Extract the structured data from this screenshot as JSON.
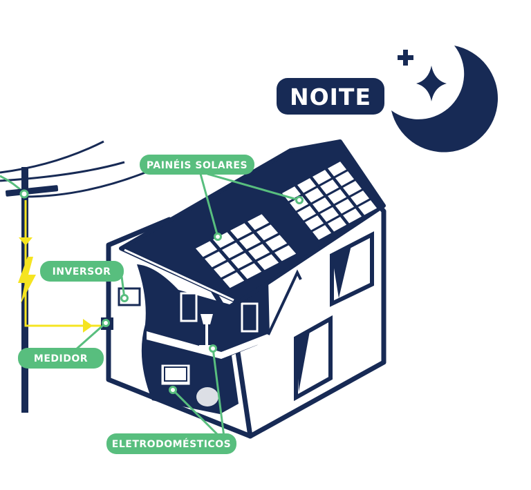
{
  "time_badge": {
    "label": "NOITE",
    "icon": "moon-stars-icon"
  },
  "labels": {
    "solar_panels": "PAINÉIS SOLARES",
    "inverter": "INVERSOR",
    "meter": "MEDIDOR",
    "appliances": "ELETRODOMÉSTICOS"
  },
  "colors": {
    "navy": "#172a55",
    "green": "#58be7e",
    "yellow": "#f5e421",
    "white": "#ffffff"
  }
}
